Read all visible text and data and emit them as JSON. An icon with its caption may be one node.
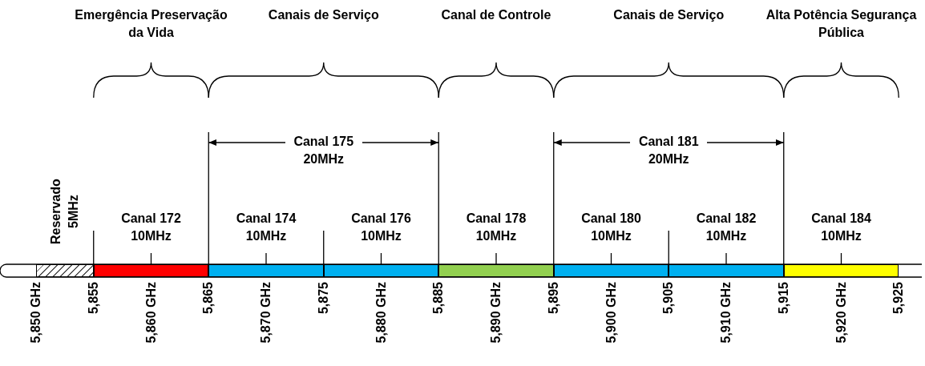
{
  "diagram": {
    "nodes": [
      {
        "text": [
          "Reservado 5MHz"
        ]
      },
      {
        "text": [
          "Canal 172 10MHz"
        ]
      },
      {
        "text": [
          "Canal 174 10MHz"
        ]
      },
      {
        "text": [
          "Canal 176 10MHz"
        ]
      },
      {
        "text": [
          "Canal 178 10MHz"
        ]
      },
      {
        "text": [
          "Canal 180 10MHz"
        ]
      },
      {
        "text": [
          "Canal 182 10MHz"
        ]
      },
      {
        "text": [
          "Canal 184 10MHz"
        ]
      }
    ],
    "labels": [
      "Emergência Preservação da Vida",
      "Canais de Serviço",
      "Canal de Controle",
      "Canais de Serviço",
      "Alta Potência Segurança Pública",
      "Canal 175 20MHz",
      "Canal 181 20MHz",
      "5,850 GHz",
      "5,855",
      "5,860 GHz",
      "5,865",
      "5,870 GHz",
      "5,875",
      "5,880 GHz",
      "5,885",
      "5,890 GHz",
      "5,895",
      "5,900 GHz",
      "5,905",
      "5,910 GHz",
      "5,915",
      "5,920 GHz",
      "5,925"
    ]
  }
}
